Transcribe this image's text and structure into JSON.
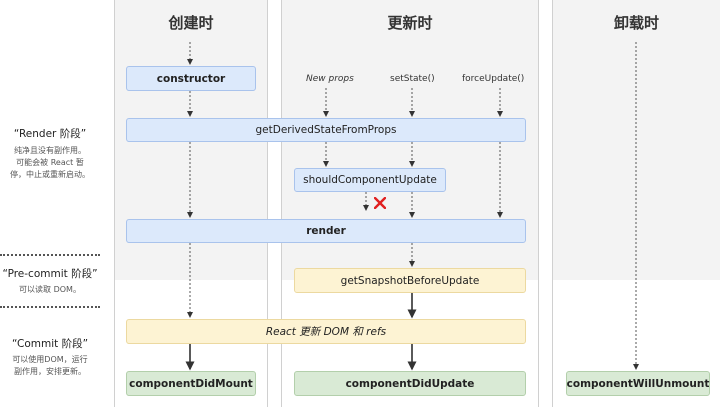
{
  "columns": {
    "mount": {
      "title": "创建时"
    },
    "update": {
      "title": "更新时"
    },
    "unmount": {
      "title": "卸载时"
    }
  },
  "triggers": {
    "new_props": "New props",
    "set_state": "setState()",
    "force_update": "forceUpdate()"
  },
  "boxes": {
    "constructor": "constructor",
    "get_derived": "getDerivedStateFromProps",
    "should_update": "shouldComponentUpdate",
    "render": "render",
    "snapshot": "getSnapshotBeforeUpdate",
    "react_update_dom": "React 更新 DOM 和 refs",
    "did_mount": "componentDidMount",
    "did_update": "componentDidUpdate",
    "will_unmount": "componentWillUnmount"
  },
  "phases": {
    "render": {
      "title": "“Render 阶段”",
      "desc1": "纯净且没有副作用。",
      "desc2": "可能会被 React 暂",
      "desc3": "停，中止或重新启动。"
    },
    "precommit": {
      "title": "“Pre-commit 阶段”",
      "desc1": "可以读取 DOM。"
    },
    "commit": {
      "title": "“Commit 阶段”",
      "desc1": "可以使用DOM，运行",
      "desc2": "副作用，安排更新。"
    }
  },
  "icons": {
    "reject": "cross-icon"
  },
  "colors": {
    "render_phase": "#dce9fb",
    "precommit_phase": "#fdf3d3",
    "commit_phase": "#d9ead5"
  }
}
